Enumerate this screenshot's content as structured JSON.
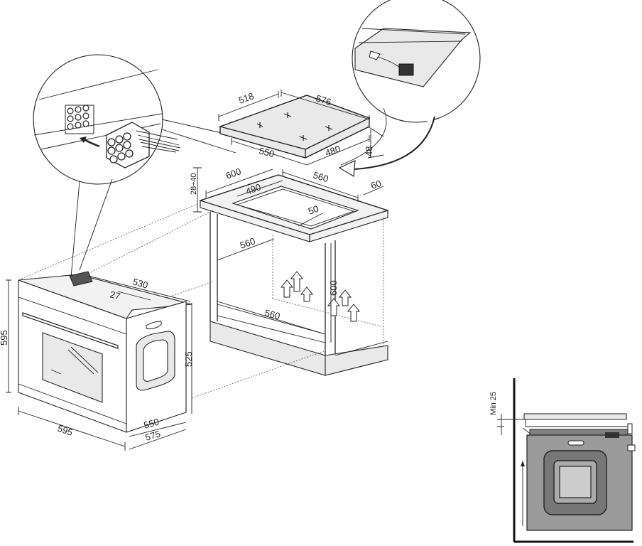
{
  "dimensions": {
    "oven_height": "595",
    "oven_width": "595",
    "oven_depth_body": "530",
    "oven_panel_offset": "27",
    "oven_side_height": "525",
    "oven_depth_550": "550",
    "oven_depth_575": "575",
    "hob_depth": "518",
    "hob_width": "576",
    "hob_cutout_width": "550",
    "hob_cutout_depth": "480",
    "hob_height": "48",
    "cabinet_top_thickness": "28÷40",
    "cabinet_width": "600",
    "cabinet_depth": "560",
    "cutout_depth": "490",
    "rear_gap": "60",
    "front_gap": "50",
    "niche_depth": "560",
    "niche_height": "600",
    "niche_bottom_width": "560",
    "min_gap": "Min 25"
  },
  "colors": {
    "stroke": "#222222",
    "panel": "#e9e9e9",
    "background": "#ffffff"
  }
}
